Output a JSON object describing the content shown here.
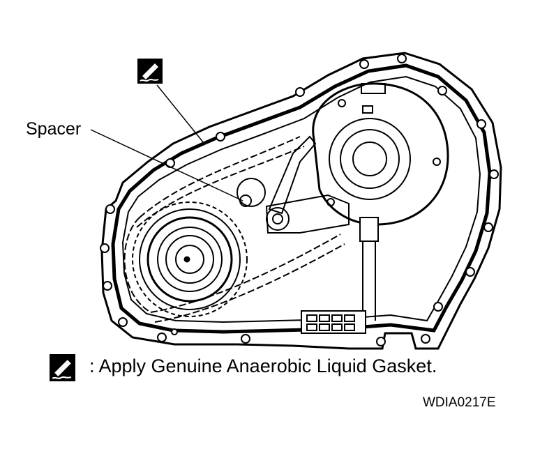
{
  "labels": {
    "spacer": "Spacer",
    "legend_text": ": Apply Genuine Anaerobic Liquid Gasket.",
    "figure_code": "WDIA0217E"
  },
  "icons": {
    "gasket": "liquid-gasket-applicator-icon"
  },
  "colors": {
    "ink": "#000000",
    "paper": "#ffffff"
  }
}
